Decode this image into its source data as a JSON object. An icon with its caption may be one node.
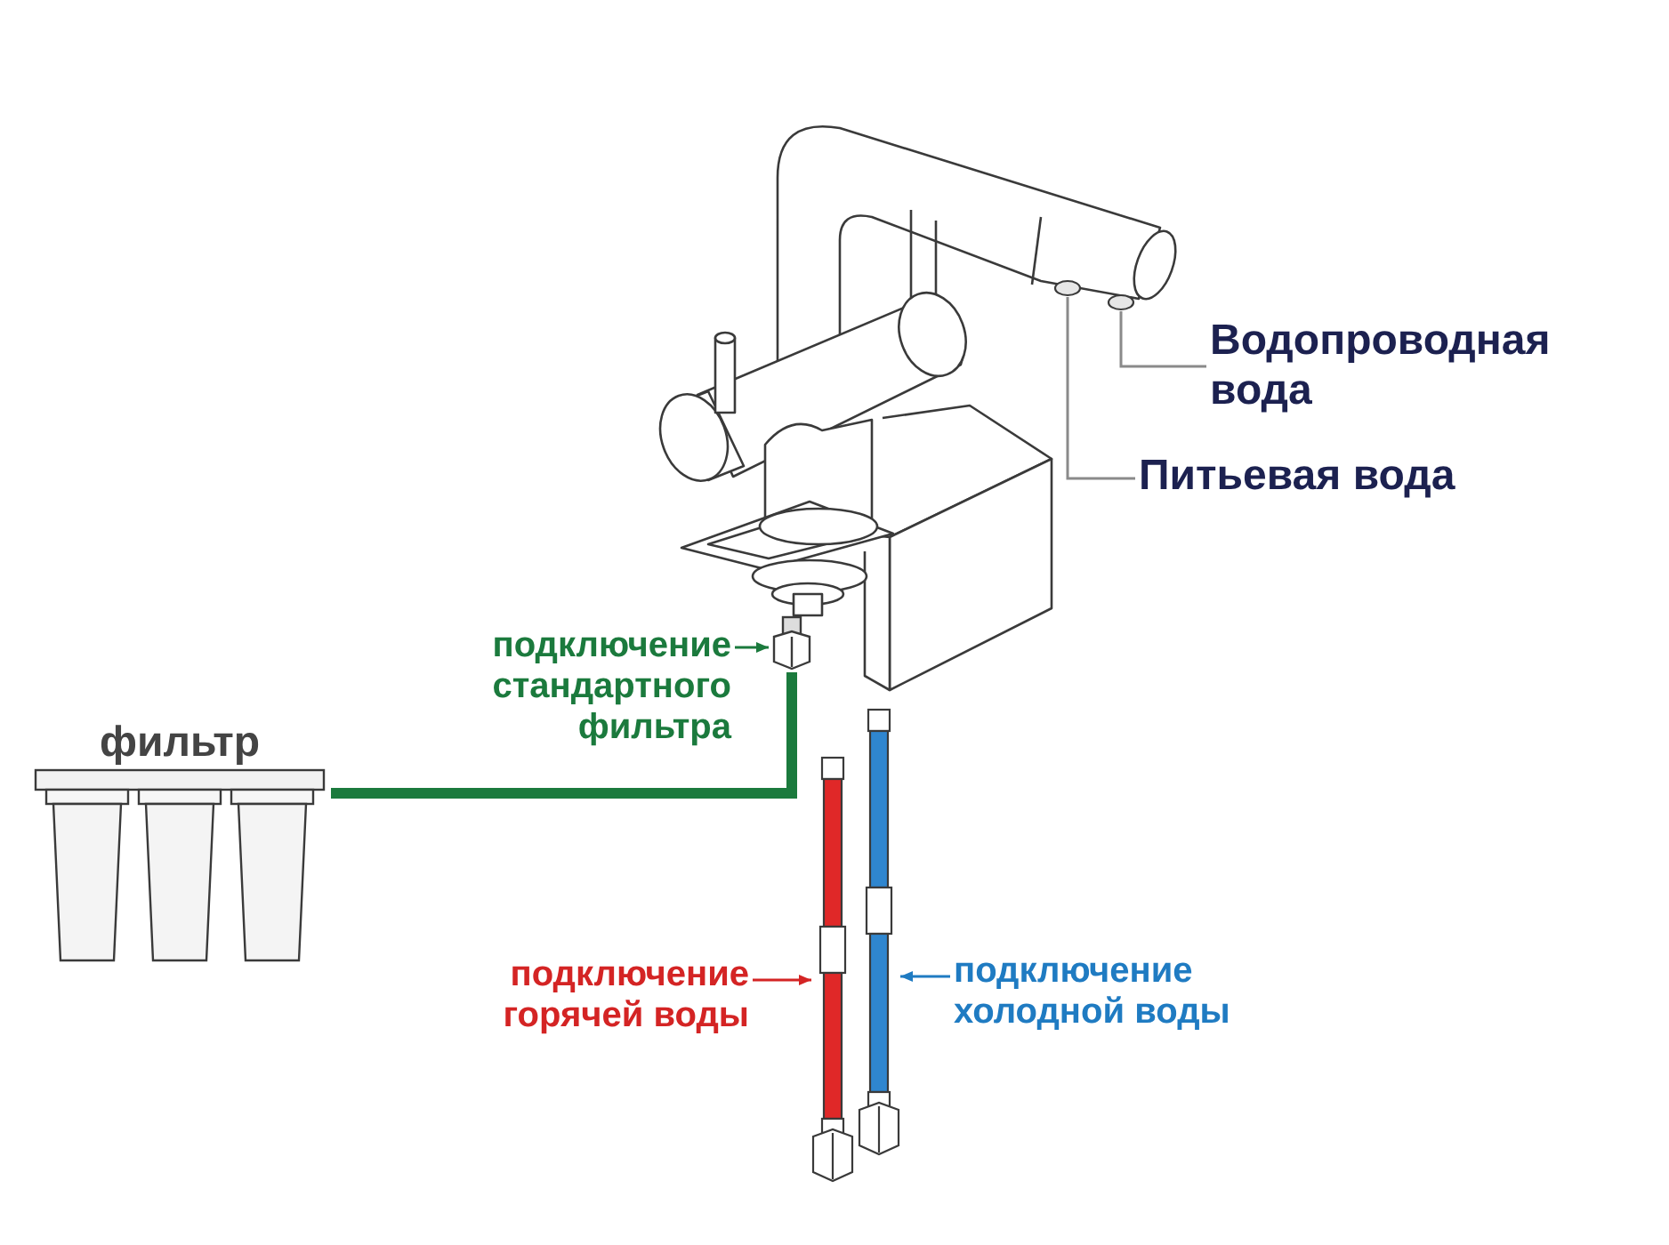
{
  "diagram": {
    "nodes": [
      {
        "text": [],
        "shape": "picture"
      },
      {
        "text": [
          "Водопроводная вода"
        ]
      },
      {
        "text": [
          "Питьевая вода"
        ]
      },
      {
        "text": [],
        "shape": "circle",
        "in": 0
      },
      {
        "text": [],
        "shape": "circle",
        "in": 0
      },
      {
        "text": [],
        "shape": "picture"
      },
      {
        "text": [
          "подключение стандартного фильтра"
        ]
      },
      {
        "text": [
          "фильтр"
        ]
      },
      {
        "text": [],
        "shape": "picture"
      },
      {
        "text": [],
        "shape": "picture"
      },
      {
        "text": [
          "подключение горячей воды"
        ]
      },
      {
        "text": [
          "подключение холодной воды"
        ]
      }
    ],
    "edges": [
      {
        "from": 1,
        "to": 3,
        "arrow": "none",
        "color": "#8a8a8a"
      },
      {
        "from": 2,
        "to": 4,
        "arrow": "none",
        "color": "#8a8a8a"
      },
      {
        "from": 6,
        "to": 5,
        "arrow": "to",
        "color": "#1b7a3d"
      },
      {
        "from": 7,
        "to": 5,
        "arrow": "none",
        "style": "thick",
        "color": "#1b7a3d"
      },
      {
        "from": 10,
        "to": 8,
        "arrow": "to",
        "color": "#d42424"
      },
      {
        "from": 11,
        "to": 9,
        "arrow": "to",
        "color": "#1f7bc2"
      }
    ]
  }
}
